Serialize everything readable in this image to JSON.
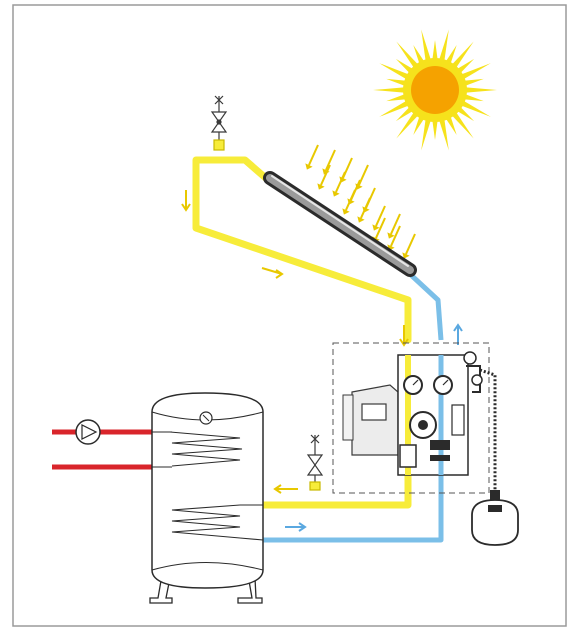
{
  "colors": {
    "hot_pipe": "#f7ec3a",
    "cold_pipe": "#7bbfe8",
    "heating_pipe": "#d9252b",
    "sun_core": "#f5a200",
    "sun_rays": "#f6e21c",
    "arrow_hot": "#e8c800",
    "arrow_cold": "#5aa8e0",
    "line": "#3a3a3a",
    "frame": "#9a9a9a"
  },
  "components": [
    {
      "id": "sun",
      "icon": "sun-icon"
    },
    {
      "id": "solar-collector",
      "icon": "solar-collector-tube"
    },
    {
      "id": "air-vent-valve-top",
      "icon": "air-vent-valve-icon"
    },
    {
      "id": "pump-station",
      "icon": "pump-station-icon"
    },
    {
      "id": "expansion-vessel",
      "icon": "expansion-vessel-icon"
    },
    {
      "id": "storage-tank",
      "icon": "storage-tank-icon"
    },
    {
      "id": "heating-pump",
      "icon": "circulation-pump-icon"
    },
    {
      "id": "drain-valve",
      "icon": "valve-icon"
    }
  ]
}
